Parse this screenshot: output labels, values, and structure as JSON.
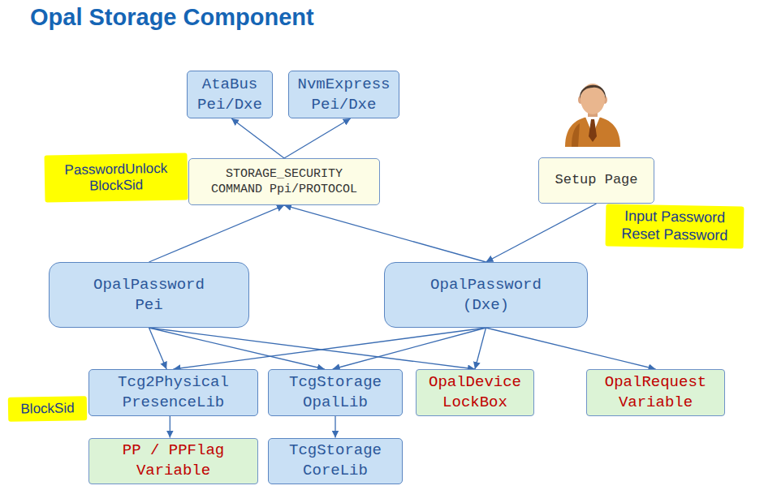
{
  "diagram": {
    "title": "Opal Storage Component",
    "nodes": [
      {
        "text": [
          "AtaBus Pei/Dxe"
        ]
      },
      {
        "text": [
          "NvmExpress Pei/Dxe"
        ]
      },
      {
        "text": [
          "STORAGE_SECURITY COMMAND Ppi/PROTOCOL"
        ]
      },
      {
        "text": [
          "Setup Page"
        ]
      },
      {
        "text": [
          "OpalPassword Pei"
        ]
      },
      {
        "text": [
          "OpalPassword (Dxe)"
        ]
      },
      {
        "text": [
          "Tcg2Physical PresenceLib"
        ]
      },
      {
        "text": [
          "TcgStorage OpalLib"
        ]
      },
      {
        "text": [
          "OpalDevice LockBox"
        ]
      },
      {
        "text": [
          "OpalRequest Variable"
        ]
      },
      {
        "text": [
          "PP / PPFlag Variable"
        ]
      },
      {
        "text": [
          "TcgStorage CoreLib"
        ]
      }
    ],
    "edges": [
      {
        "from": 2,
        "to": 0,
        "arrow": "to"
      },
      {
        "from": 2,
        "to": 1,
        "arrow": "to"
      },
      {
        "from": 4,
        "to": 2,
        "arrow": "to"
      },
      {
        "from": 5,
        "to": 2,
        "arrow": "to"
      },
      {
        "from": 3,
        "to": 5,
        "arrow": "to"
      },
      {
        "from": 4,
        "to": 6,
        "arrow": "to"
      },
      {
        "from": 4,
        "to": 7,
        "arrow": "to"
      },
      {
        "from": 4,
        "to": 8,
        "arrow": "to"
      },
      {
        "from": 5,
        "to": 6,
        "arrow": "to"
      },
      {
        "from": 5,
        "to": 7,
        "arrow": "to"
      },
      {
        "from": 5,
        "to": 8,
        "arrow": "to"
      },
      {
        "from": 5,
        "to": 9,
        "arrow": "to"
      },
      {
        "from": 6,
        "to": 10,
        "arrow": "to"
      },
      {
        "from": 7,
        "to": 11,
        "arrow": "to"
      }
    ],
    "labels": [
      "PasswordUnlock BlockSid",
      "Input Password Reset Password",
      "BlockSid"
    ]
  }
}
